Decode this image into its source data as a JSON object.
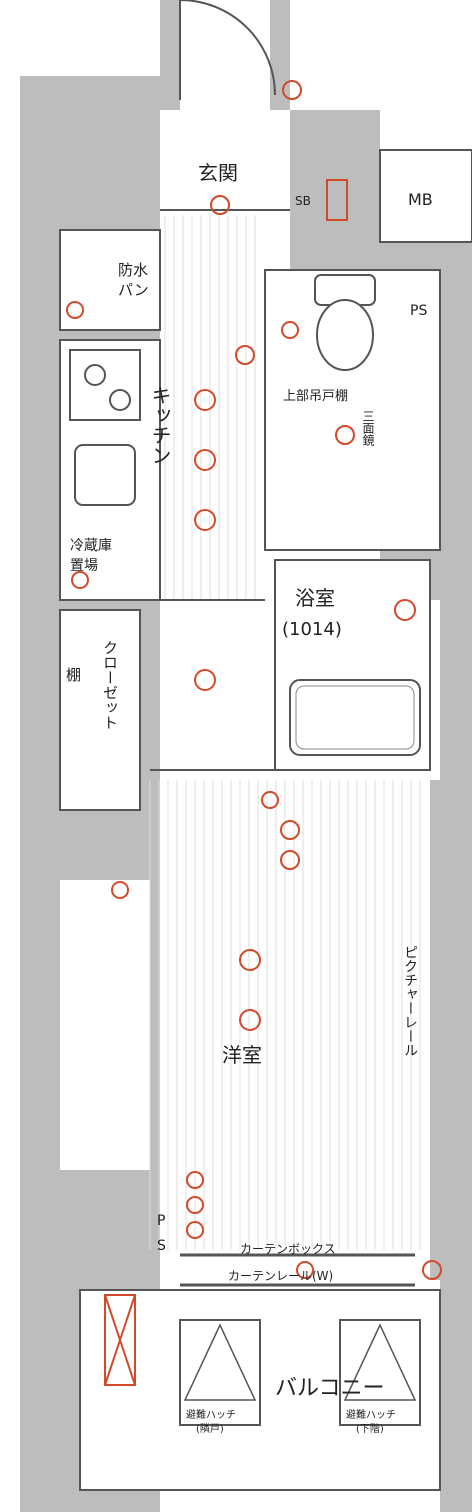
{
  "rooms": {
    "genkan": "玄関",
    "mb": "MB",
    "sb": "SB",
    "ps_top": "PS",
    "ps_bottom_p": "P",
    "ps_bottom_s": "S",
    "bousui_1": "防水",
    "bousui_2": "パン",
    "kitchen": "キッチン",
    "reizouko_1": "冷蔵庫",
    "reizouko_2": "置場",
    "closet_label": "クローゼット",
    "tana": "棚",
    "jyoubu": "上部吊戸棚",
    "sanmenkyou": "三面鏡",
    "yokushitsu": "浴室",
    "yokushitsu_size": "(1014)",
    "youshitsu": "洋室",
    "picture_rail": "ピクチャーレール",
    "curtain_box": "カーテンボックス",
    "curtain_rail": "カーテンレール(W)",
    "balcony": "バルコニー",
    "hinan_1": "避難ハッチ",
    "hinan_1_sub": "(隣戸)",
    "hinan_2": "避難ハッチ",
    "hinan_2_sub": "(下階)"
  },
  "colors": {
    "wall": "#bdbdbd",
    "wall_stroke": "#555555",
    "floor_stripe": "#dcdcdc",
    "equipment_red": "#d24a2a"
  }
}
